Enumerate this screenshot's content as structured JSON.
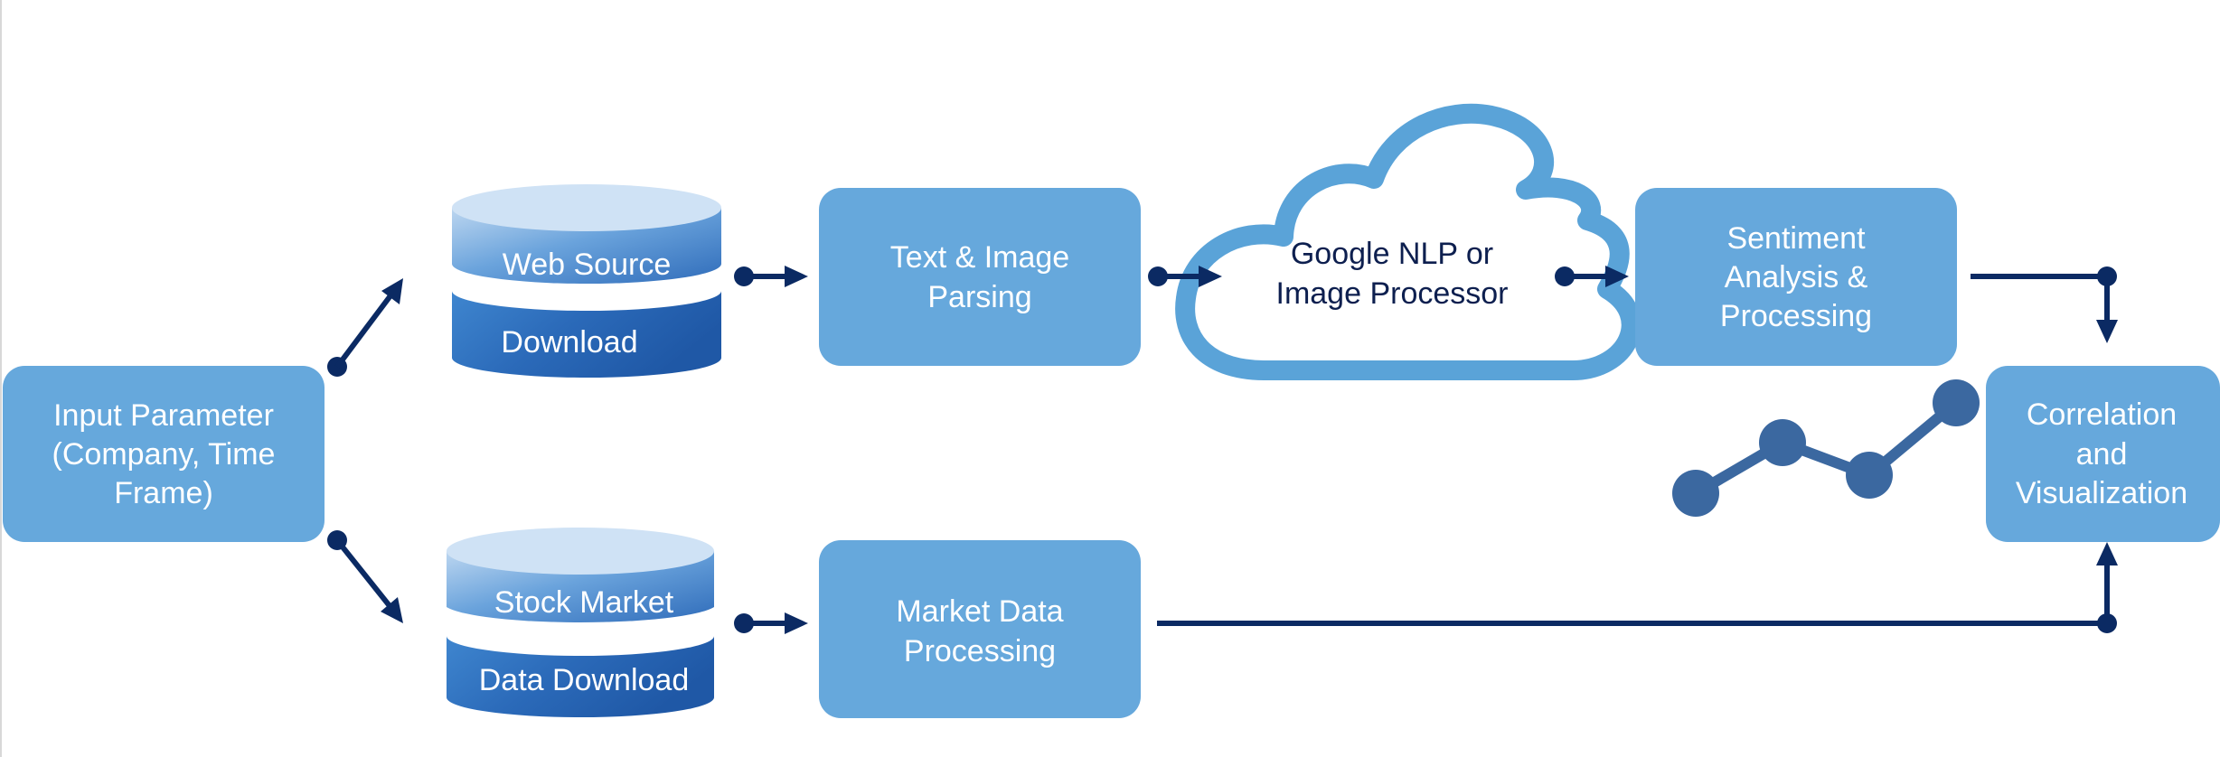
{
  "colors": {
    "box_fill": "#66a8dc",
    "cloud_stroke": "#5aa3d8",
    "connector": "#0b2a63",
    "chart_icon": "#3b68a0",
    "dark_text": "#0d1f4f"
  },
  "nodes": {
    "input": {
      "lines": [
        "Input Parameter",
        "(Company, Time",
        "Frame)"
      ]
    },
    "web_source": {
      "top": "Web Source",
      "bottom": "Download"
    },
    "stock_market": {
      "top": "Stock Market",
      "bottom": "Data Download"
    },
    "text_parsing": {
      "lines": [
        "Text & Image",
        "Parsing"
      ]
    },
    "market_processing": {
      "lines": [
        "Market Data",
        "Processing"
      ]
    },
    "cloud": {
      "lines": [
        "Google NLP or",
        "Image Processor"
      ]
    },
    "sentiment": {
      "lines": [
        "Sentiment",
        "Analysis &",
        "Processing"
      ]
    },
    "correlation": {
      "lines": [
        "Correlation",
        "and",
        "Visualization"
      ]
    }
  },
  "icons": {
    "database": "database-icon",
    "cloud": "cloud-icon",
    "chart": "line-chart-icon"
  }
}
